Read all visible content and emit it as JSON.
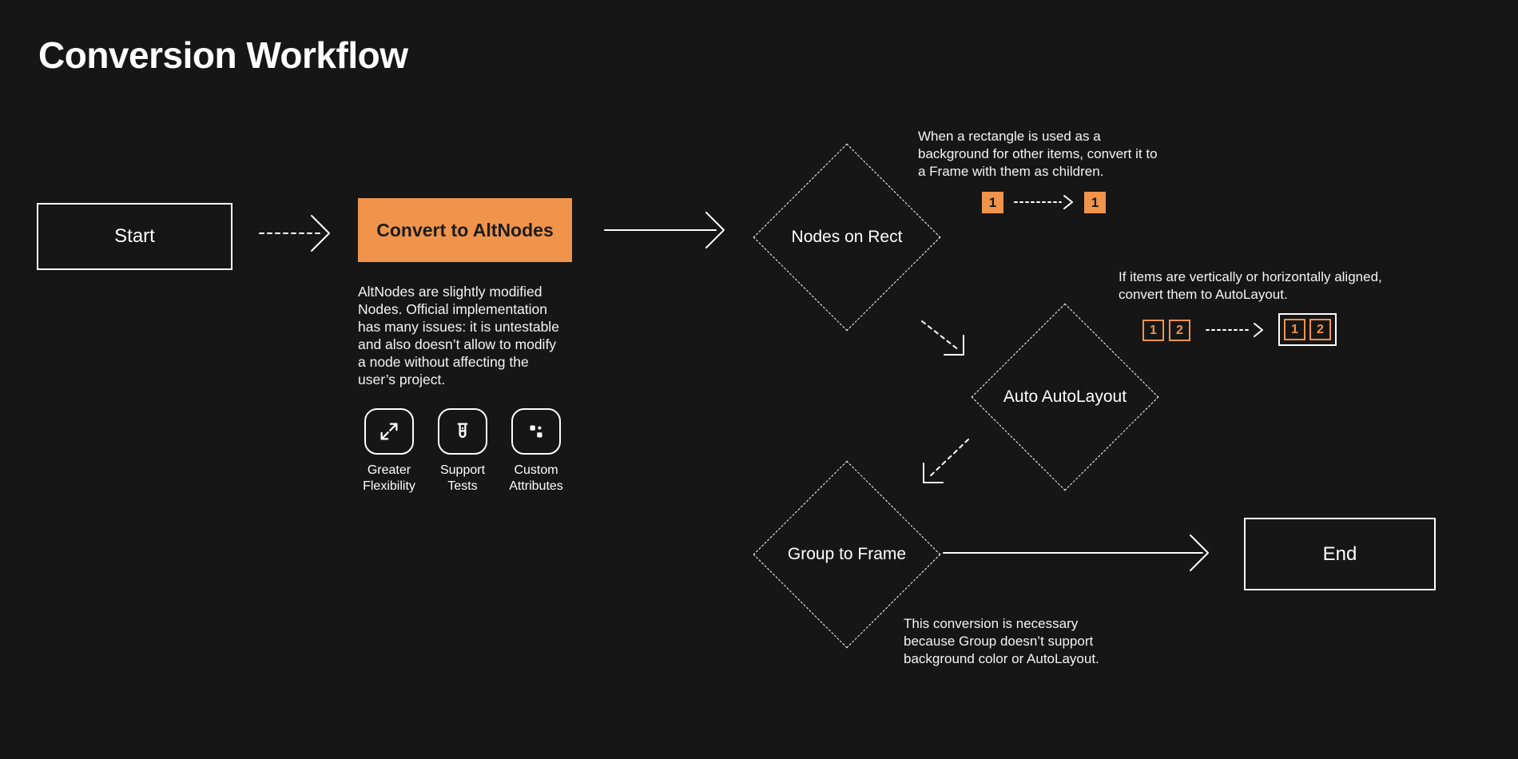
{
  "page": {
    "title": "Conversion Workflow",
    "colors": {
      "background": "#161616",
      "accent": "#F0944C",
      "foreground": "#FFFFFF"
    }
  },
  "flow": {
    "start": {
      "label": "Start"
    },
    "convert": {
      "label": "Convert to AltNodes",
      "description": "AltNodes are slightly modified Nodes. Official implementation has many issues: it is untestable and also doesn’t allow to modify a node without affecting the user’s project."
    },
    "features": [
      {
        "icon": "expand-arrows-icon",
        "line1": "Greater",
        "line2": "Flexibility"
      },
      {
        "icon": "test-tube-icon",
        "line1": "Support",
        "line2": "Tests"
      },
      {
        "icon": "dice-icon",
        "line1": "Custom",
        "line2": "Attributes"
      }
    ],
    "nodes_on_rect": {
      "label": "Nodes on Rect",
      "note": "When a rectangle is used as a background for other items, convert it to a Frame with them as children.",
      "mini_before": "1",
      "mini_after": "1"
    },
    "auto_autolayout": {
      "label": "Auto AutoLayout",
      "note": "If items are vertically or horizontally aligned, convert them to AutoLayout.",
      "mini_before": [
        "1",
        "2"
      ],
      "mini_after": [
        "1",
        "2"
      ]
    },
    "group_to_frame": {
      "label": "Group to Frame",
      "note": "This conversion is necessary because Group doesn’t support background color or AutoLayout."
    },
    "end": {
      "label": "End"
    }
  }
}
